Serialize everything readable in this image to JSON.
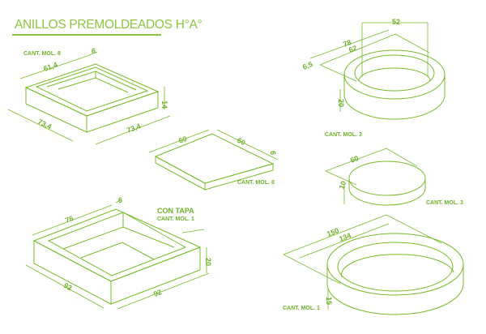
{
  "title": "ANILLOS PREMOLDEADOS H°A°",
  "accent_color": "#8cc63f",
  "pieces": {
    "square_ring": {
      "quantity": "CANT. MOL. 8",
      "dim_inner": "61,4",
      "dim_wall": "6",
      "dim_height": "14",
      "dim_side_a": "73,4",
      "dim_side_b": "73,4"
    },
    "slab": {
      "quantity": "CANT. MOL. 8",
      "dim_a": "60",
      "dim_b": "60",
      "dim_thickness": "6"
    },
    "square_box": {
      "note": "CON TAPA",
      "quantity": "CANT. MOL. 1",
      "dim_inner": "76",
      "dim_wall": "6",
      "dim_height": "20",
      "dim_side_a": "92",
      "dim_side_b": "92"
    },
    "round_ring": {
      "quantity": "CANT. MOL. 3",
      "dim_inner": "52",
      "dim_outer": "78",
      "dim_mid": "62",
      "dim_wall": "6,5",
      "dim_height": "20"
    },
    "round_lid": {
      "quantity": "CANT. MOL. 3",
      "dim_diameter": "60",
      "dim_thickness": "10"
    },
    "large_ring": {
      "quantity": "CANT. MOL. 1",
      "dim_outer": "150",
      "dim_inner": "134",
      "dim_height": "15"
    }
  }
}
